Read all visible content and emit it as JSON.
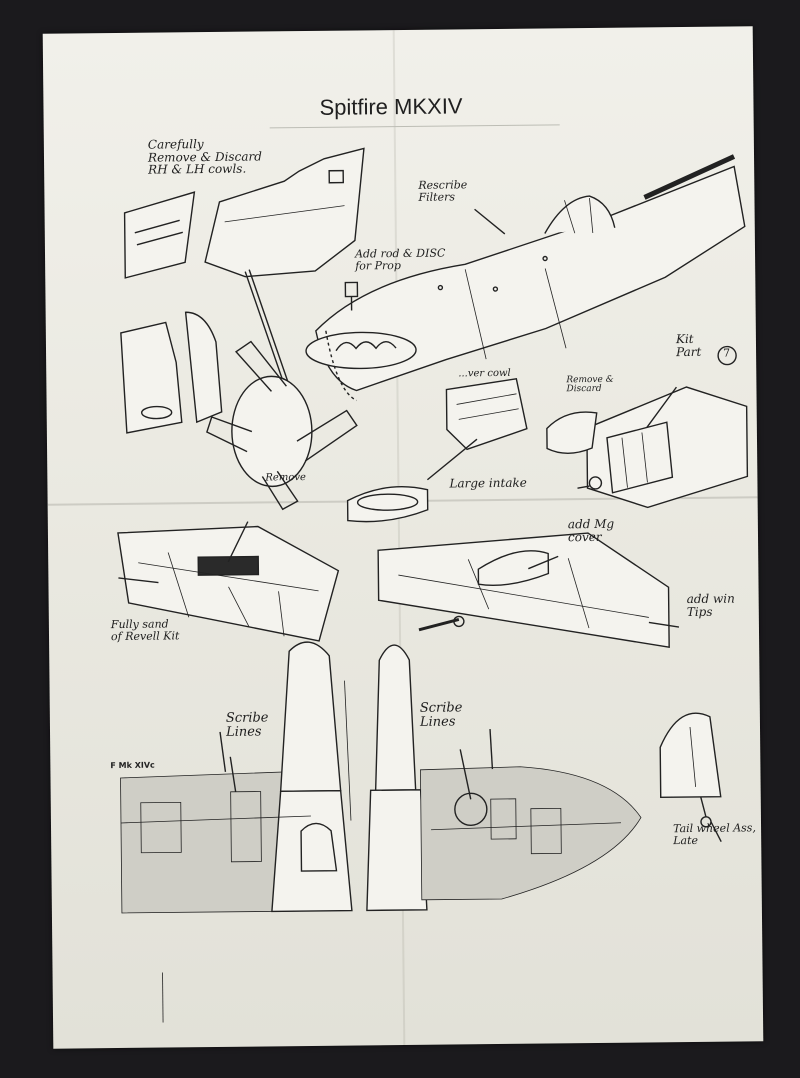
{
  "title": "Spitfire MKXIV",
  "notes": {
    "cowls": "Carefully\nRemove & Discard\nRH & LH cowls.",
    "filters": "Rescribe\nFilters",
    "rod": "Add rod & DISC\nfor Prop",
    "kit_part": "Kit\nPart",
    "kit_part_number": "7",
    "remove_discard": "Remove &\nDiscard",
    "cowl": "...ver cowl",
    "remove": "Remove",
    "intake": "Large intake",
    "mg_cover": "add Mg\ncover",
    "wing_tips": "add win\nTips",
    "fully_sand": "Fully sand\n of Revell Kit",
    "scribe_left": "Scribe\nLines",
    "scribe_right": "Scribe\nLines",
    "tail_wheel": "Tail wheel Ass,\nLate"
  },
  "plan_label": "F Mk XIVc"
}
